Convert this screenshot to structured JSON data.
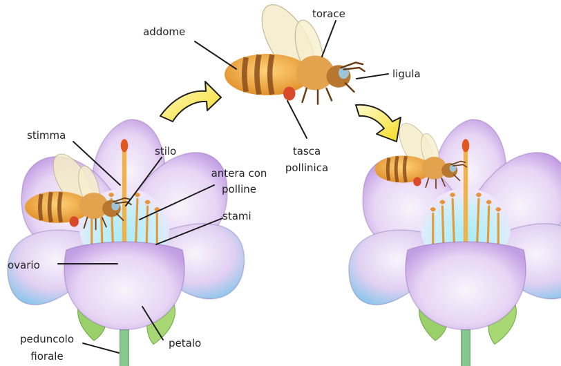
{
  "labels": {
    "addome": "addome",
    "torace": "torace",
    "ligula": "ligula",
    "tasca_1": "tasca",
    "tasca_2": "pollinica",
    "stimma": "stimma",
    "stilo": "stilo",
    "antera_1": "antera con",
    "antera_2": "polline",
    "stami": "stami",
    "ovario": "ovario",
    "peduncolo_1": "peduncolo",
    "peduncolo_2": "fiorale",
    "petalo": "petalo"
  },
  "colors": {
    "petal_light": "#f1eafa",
    "petal_mid": "#c9a6e6",
    "petal_edge": "#a77fd6",
    "petal_blue": "#7fc4ea",
    "flower_center": "#b9ecf6",
    "leaf": "#9ad06a",
    "stem": "#7fc58a",
    "pistil": "#f2a63a",
    "stigma": "#e2571e",
    "bee_body": "#f0a43a",
    "bee_stripe": "#8a4e1c",
    "wing": "#f5ecc8",
    "arrow_fill": "#f6e43c"
  }
}
